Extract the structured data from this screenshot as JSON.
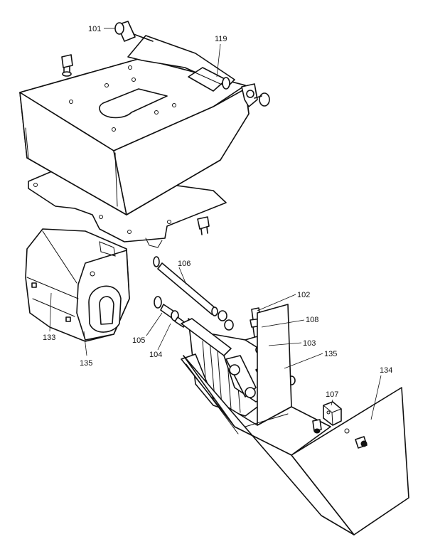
{
  "labels": {
    "l101": "101",
    "l119": "119",
    "l106": "106",
    "l102": "102",
    "l108": "108",
    "l103": "103",
    "l135a": "135",
    "l134": "134",
    "l107": "107",
    "l105": "105",
    "l104": "104",
    "l133": "133",
    "l135b": "135"
  },
  "colors": {
    "line": "#111111",
    "background": "#ffffff"
  }
}
